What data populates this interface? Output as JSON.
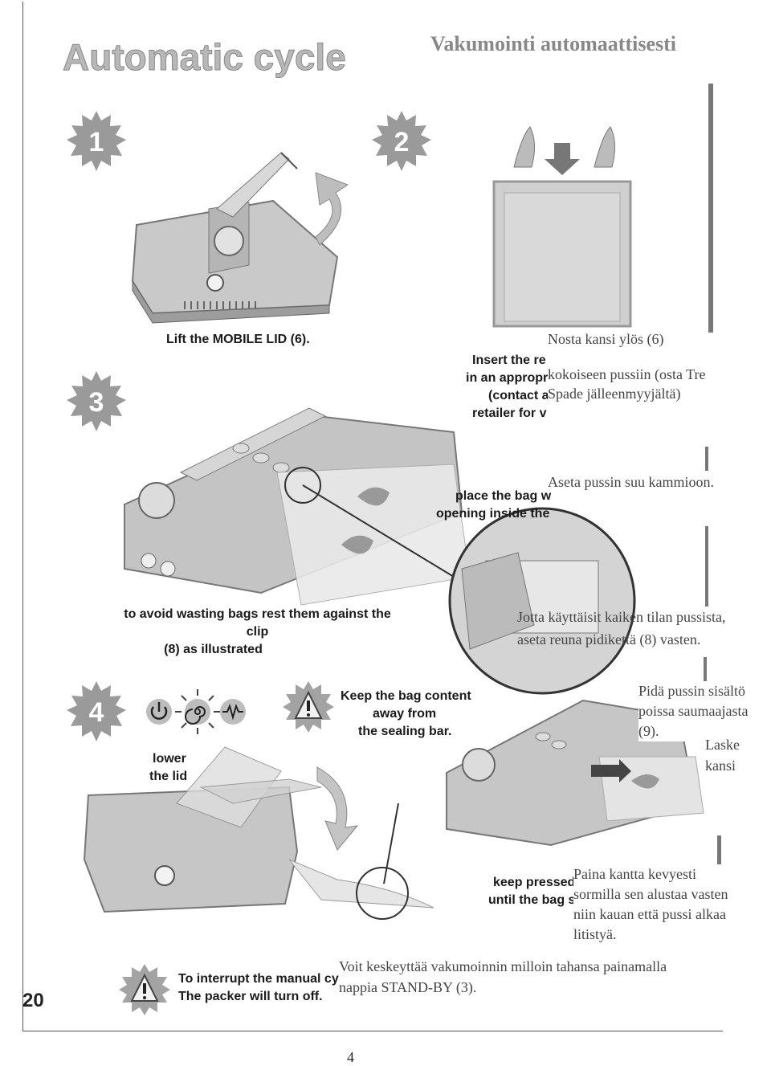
{
  "header": {
    "title_en": "Automatic cycle",
    "title_fi": "Vakumointi automaattisesti"
  },
  "steps": {
    "s1": {
      "number": "1",
      "caption_en": "Lift the MOBILE LID (6)."
    },
    "s2": {
      "number": "2",
      "caption_en_l1": "Insert the re",
      "caption_en_l2": "in an appropr",
      "caption_en_l3": "(contact a",
      "caption_en_l4": "retailer for v"
    },
    "s3": {
      "number": "3",
      "caption_en_l1": "place the bag w",
      "caption_en_l2": "opening inside the",
      "clip_en_l1": "to avoid wasting bags rest them against the clip",
      "clip_en_l2": "(8) as illustrated"
    },
    "s4": {
      "number": "4",
      "lower_l1": "lower",
      "lower_l2": "the lid",
      "warning_l1": "Keep the bag content",
      "warning_l2": "away from",
      "warning_l3": "the sealing bar.",
      "press_l1": "keep pressed",
      "press_l2": "until the bag s"
    },
    "interrupt": {
      "l1": "To interrupt the manual cy",
      "l2": "The packer will turn off."
    }
  },
  "finnish": {
    "lift": "Nosta kansi ylös (6)",
    "insert_l1": "kokoiseen pussiin (osta Tre",
    "insert_l2": "Spade jälleenmyyjältä)",
    "place": "Aseta pussin suu kammioon.",
    "clip_l1": "Jotta käyttäisit kaiken tilan  pussista,",
    "clip_l2": "aseta reuna pidikettä (8) vasten.",
    "keep_l1": "Pidä pussin sisältö",
    "keep_l2": "poissa saumaajasta",
    "keep_l3": "(9).",
    "lower_l1": "Laske",
    "lower_l2": "kansi",
    "press_l1": "Paina kantta kevyesti",
    "press_l2": "sormilla sen alustaa vasten",
    "press_l3": "niin kauan että pussi alkaa",
    "press_l4": "litistyä.",
    "interrupt_l1": "Voit keskeyttää vakumoinnin milloin tahansa painamalla",
    "interrupt_l2": "nappia STAND-BY  (3)."
  },
  "page": {
    "left_number": "20",
    "bottom_number": "4"
  },
  "icons": [
    "standby-icon",
    "vacuum-spiral-icon",
    "sealing-icon",
    "warning-icon",
    "arrow-icon"
  ]
}
